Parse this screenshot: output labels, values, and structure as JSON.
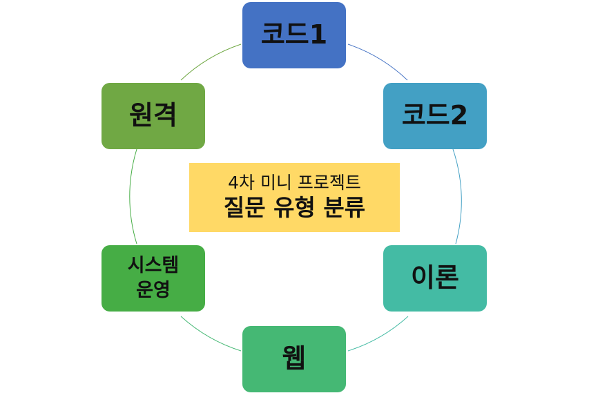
{
  "center": {
    "subtitle": "4차 미니 프로젝트",
    "title": "질문 유형 분류"
  },
  "nodes": [
    {
      "id": "code1",
      "label": "코드1",
      "color": "#4472c4"
    },
    {
      "id": "code2",
      "label": "코드2",
      "color": "#43a0c4"
    },
    {
      "id": "theory",
      "label": "이론",
      "color": "#44bba4"
    },
    {
      "id": "web",
      "label": "웹",
      "color": "#45b874"
    },
    {
      "id": "sysops",
      "label": "시스템\n운영",
      "color": "#46ad45"
    },
    {
      "id": "remote",
      "label": "원격",
      "color": "#70a844"
    }
  ],
  "ring_colors": [
    "#4472c4",
    "#43a0c4",
    "#44bba4",
    "#45b874",
    "#46ad45",
    "#70a844"
  ]
}
